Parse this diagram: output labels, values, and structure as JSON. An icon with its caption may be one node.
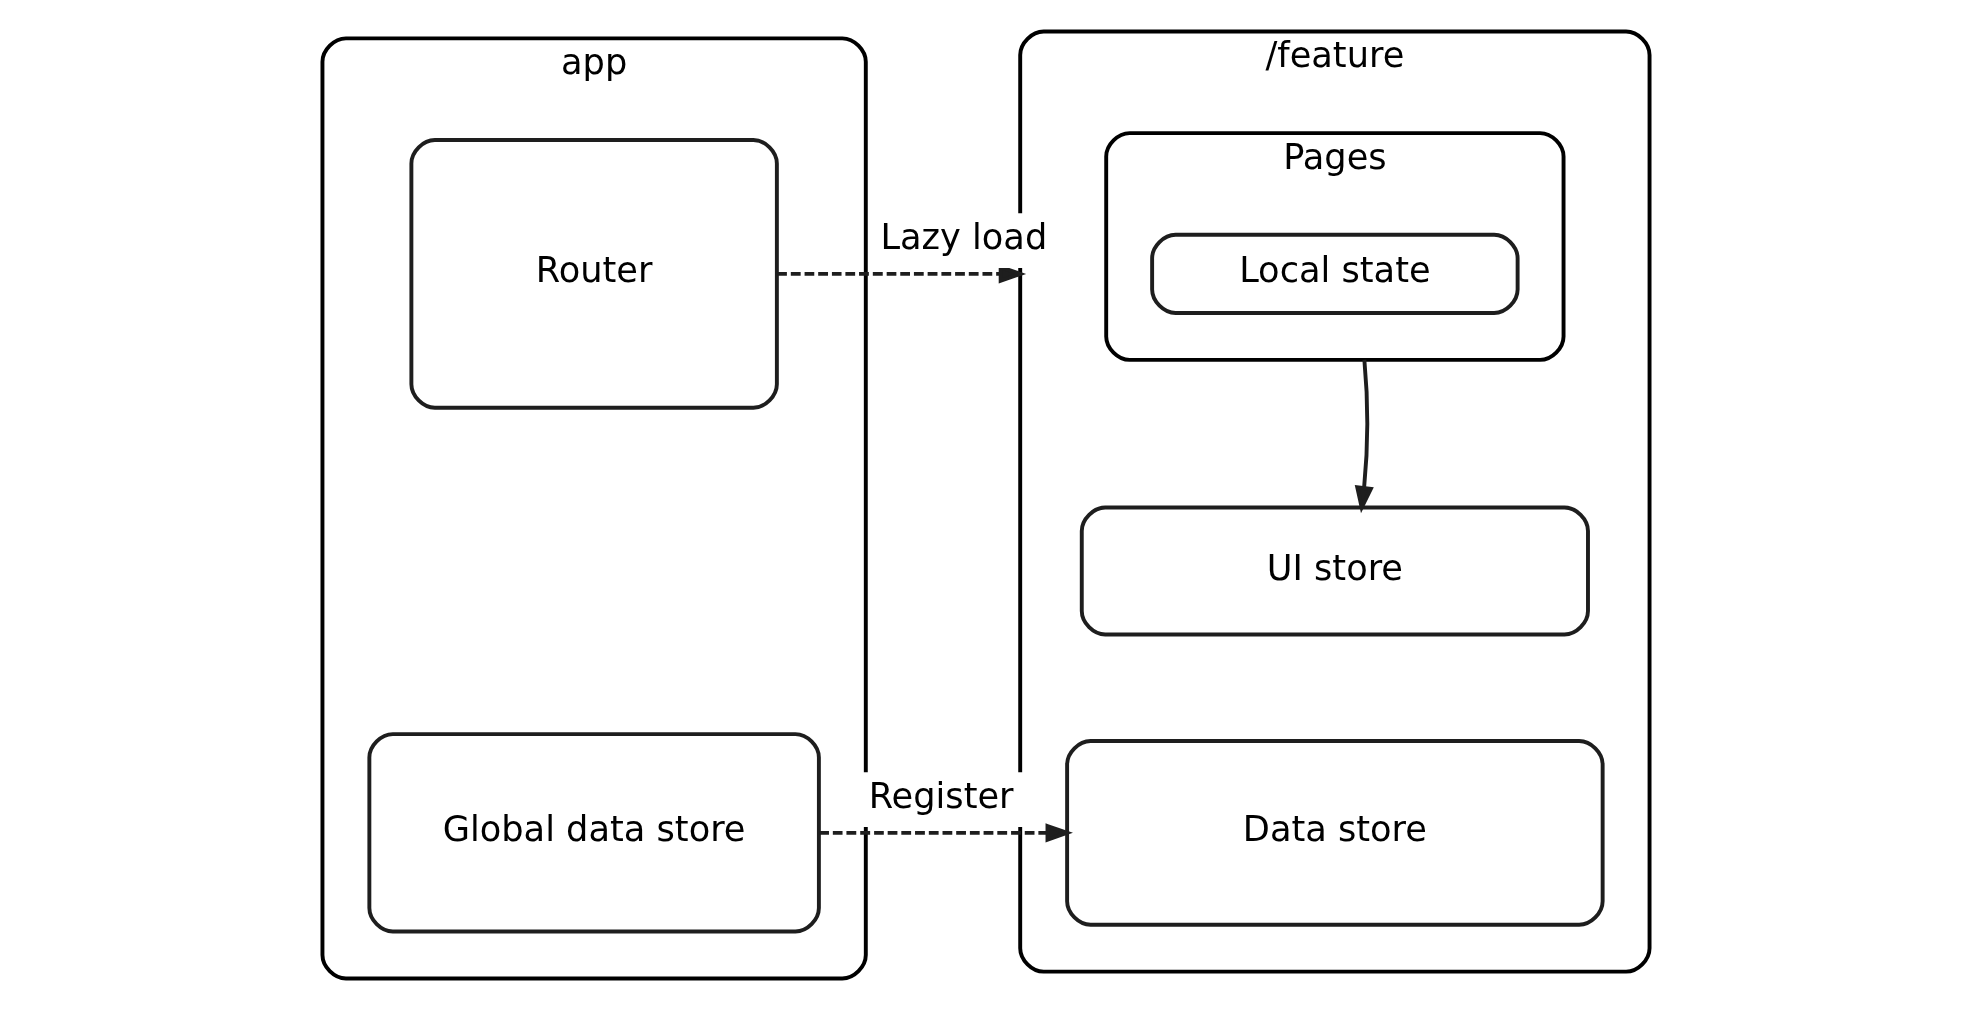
{
  "diagram": {
    "nodes": [
      {
        "text": [
          "app"
        ]
      },
      {
        "text": [
          "Router"
        ],
        "in": 0
      },
      {
        "text": [
          "Global data store"
        ],
        "in": 0
      },
      {
        "text": [
          "/feature"
        ]
      },
      {
        "text": [
          "Pages"
        ],
        "in": 3
      },
      {
        "text": [
          "Local state"
        ],
        "in": 4
      },
      {
        "text": [
          "UI store"
        ],
        "in": 3
      },
      {
        "text": [
          "Data store"
        ],
        "in": 3
      }
    ],
    "edges": [
      {
        "from": 1,
        "to": 3,
        "arrow": "to",
        "label": "Lazy load",
        "style": "dashed"
      },
      {
        "from": 4,
        "to": 6,
        "arrow": "to"
      },
      {
        "from": 2,
        "to": 7,
        "arrow": "to",
        "label": "Register",
        "style": "dashed"
      }
    ]
  }
}
